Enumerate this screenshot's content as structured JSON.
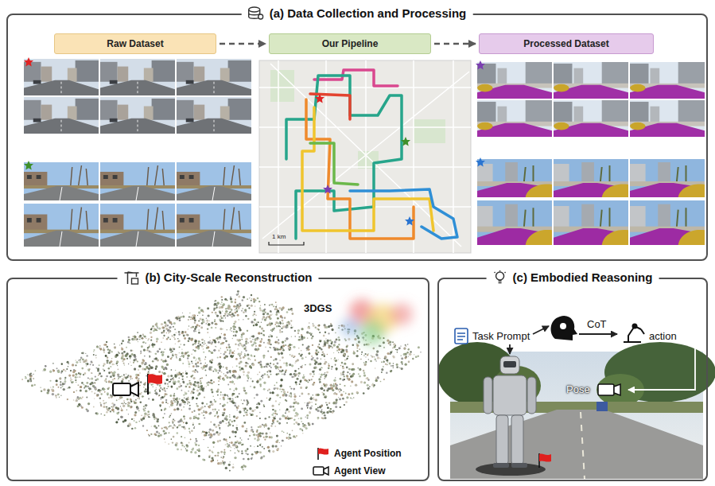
{
  "diagram": {
    "nodes": [
      {
        "text": [
          "(a) Data Collection and Processing"
        ]
      },
      {
        "text": [
          "Raw Dataset"
        ],
        "in": 0
      },
      {
        "text": [
          "Our Pipeline"
        ],
        "in": 0
      },
      {
        "text": [
          "Processed Dataset"
        ],
        "in": 0
      },
      {
        "text": [
          "(b) City-Scale Reconstruction"
        ]
      },
      {
        "text": [
          "(c) Embodied Reasoning"
        ]
      }
    ],
    "edges": [
      {
        "from": 1,
        "to": 2,
        "arrow": "to"
      },
      {
        "from": 2,
        "to": 3,
        "arrow": "to"
      }
    ],
    "labels": [
      "1 km",
      "3DGS",
      "Task Prompt",
      "CoT",
      "action",
      "Pose"
    ],
    "legend": [
      {
        "text": "Agent Position"
      },
      {
        "text": "Agent View"
      }
    ]
  }
}
